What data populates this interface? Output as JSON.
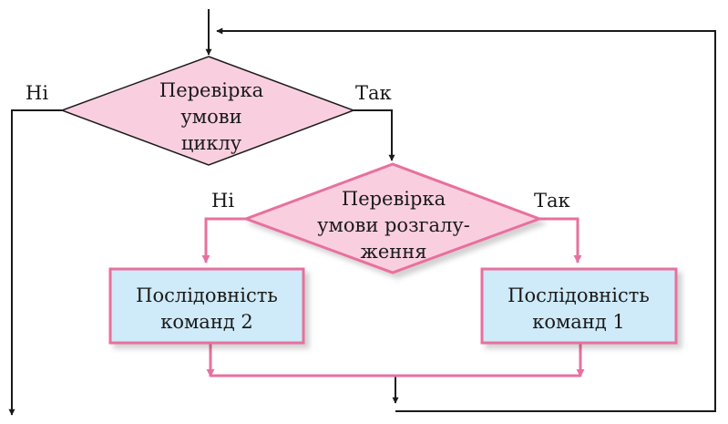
{
  "diagram": {
    "loop_check": {
      "lines": [
        "Перевірка",
        "умови",
        "циклу"
      ]
    },
    "branch_check": {
      "lines": [
        "Перевірка",
        "умови розгалу-",
        "ження"
      ]
    },
    "sequence_left": {
      "lines": [
        "Послідовність",
        "команд 2"
      ]
    },
    "sequence_right": {
      "lines": [
        "Послідовність",
        "команд 1"
      ]
    },
    "loop_no_label": "Ні",
    "loop_yes_label": "Так",
    "branch_no_label": "Ні",
    "branch_yes_label": "Так"
  },
  "colors": {
    "diamond_fill": "#f9cfe0",
    "diamond_stroke": "#1a1a1a",
    "branch_stroke": "#e8709e",
    "box_fill": "#cfeaf8",
    "box_stroke": "#e8709e",
    "line_black": "#1a1a1a",
    "line_pink": "#e8709e"
  }
}
